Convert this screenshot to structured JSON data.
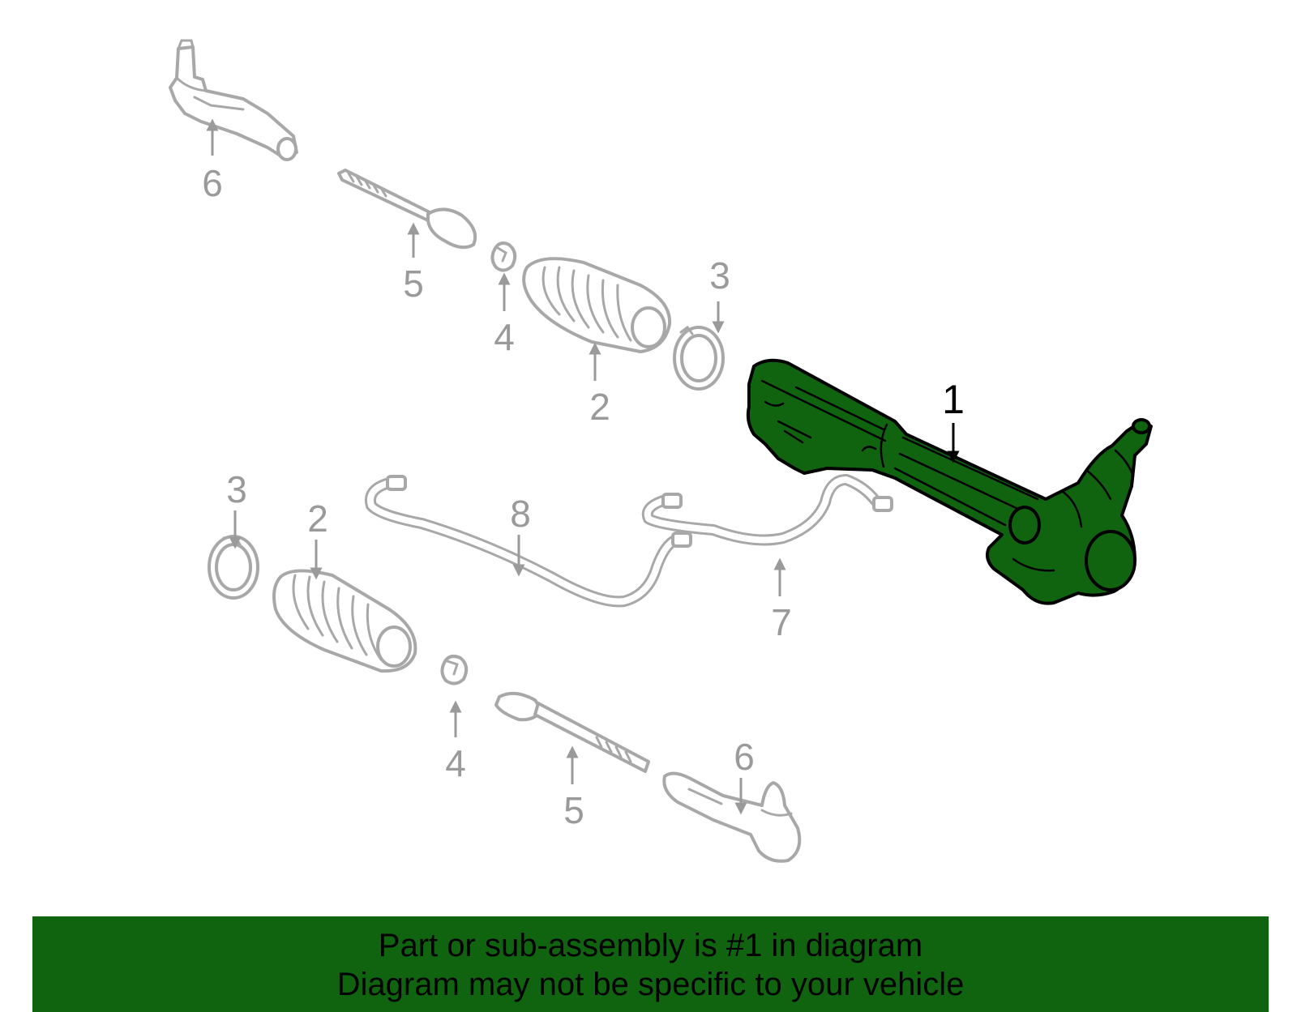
{
  "colors": {
    "highlight": "#106410",
    "banner_bg": "#106410",
    "callout_grey": "#9a9a9a",
    "callout_highlight": "#000000"
  },
  "callouts": {
    "c1": "1",
    "c2_upper": "2",
    "c2_lower": "2",
    "c3_upper": "3",
    "c3_lower": "3",
    "c4_upper": "4",
    "c4_lower": "4",
    "c5_upper": "5",
    "c5_lower": "5",
    "c6_upper": "6",
    "c6_lower": "6",
    "c7": "7",
    "c8": "8"
  },
  "banner": {
    "line1": "Part or sub-assembly is #1 in diagram",
    "line2": "Diagram may not be specific to your vehicle"
  }
}
